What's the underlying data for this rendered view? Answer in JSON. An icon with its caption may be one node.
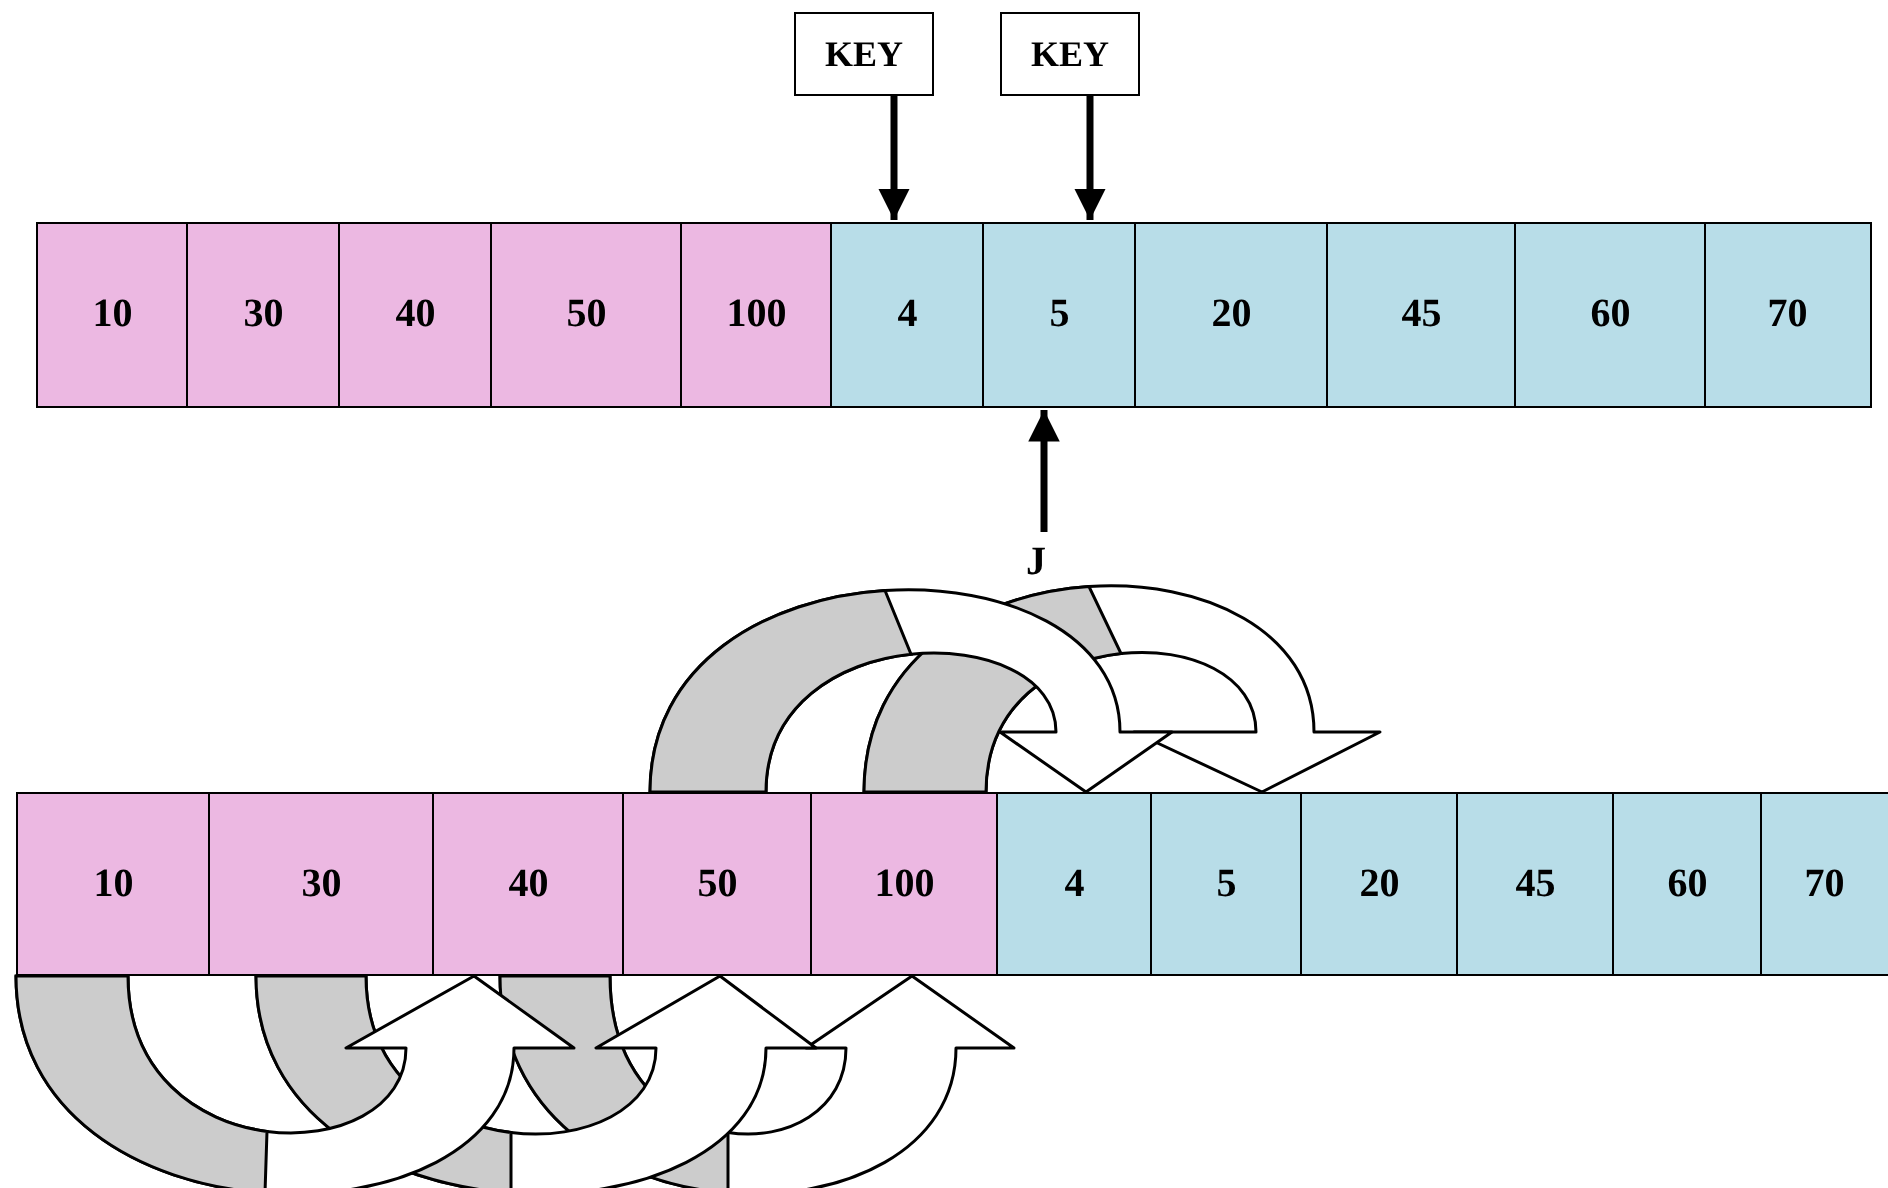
{
  "diagram": {
    "nodes": [
      {
        "text": [
          "KEY"
        ]
      },
      {
        "text": [
          "KEY"
        ]
      },
      {
        "text": [
          "10"
        ]
      },
      {
        "text": [
          "30"
        ]
      },
      {
        "text": [
          "40"
        ]
      },
      {
        "text": [
          "50"
        ]
      },
      {
        "text": [
          "100"
        ]
      },
      {
        "text": [
          "4"
        ]
      },
      {
        "text": [
          "5"
        ]
      },
      {
        "text": [
          "20"
        ]
      },
      {
        "text": [
          "45"
        ]
      },
      {
        "text": [
          "60"
        ]
      },
      {
        "text": [
          "70"
        ]
      },
      {
        "text": [
          "J"
        ]
      },
      {
        "text": [
          "10"
        ]
      },
      {
        "text": [
          "30"
        ]
      },
      {
        "text": [
          "40"
        ]
      },
      {
        "text": [
          "50"
        ]
      },
      {
        "text": [
          "100"
        ]
      },
      {
        "text": [
          "4"
        ]
      },
      {
        "text": [
          "5"
        ]
      },
      {
        "text": [
          "20"
        ]
      },
      {
        "text": [
          "45"
        ]
      },
      {
        "text": [
          "60"
        ]
      },
      {
        "text": [
          "70"
        ]
      }
    ],
    "edges": [
      {
        "from": 0,
        "to": 7,
        "arrow": "to"
      },
      {
        "from": 1,
        "to": 8,
        "arrow": "to"
      },
      {
        "from": 13,
        "to": 8,
        "arrow": "to"
      },
      {
        "from": 17,
        "to": 19,
        "arrow": "to",
        "style": "thick"
      },
      {
        "from": 18,
        "to": 20,
        "arrow": "to",
        "style": "thick"
      },
      {
        "from": 14,
        "to": 16,
        "arrow": "to",
        "style": "thick"
      },
      {
        "from": 15,
        "to": 17,
        "arrow": "to",
        "style": "thick"
      },
      {
        "from": 16,
        "to": 18,
        "arrow": "to",
        "style": "thick"
      }
    ]
  }
}
